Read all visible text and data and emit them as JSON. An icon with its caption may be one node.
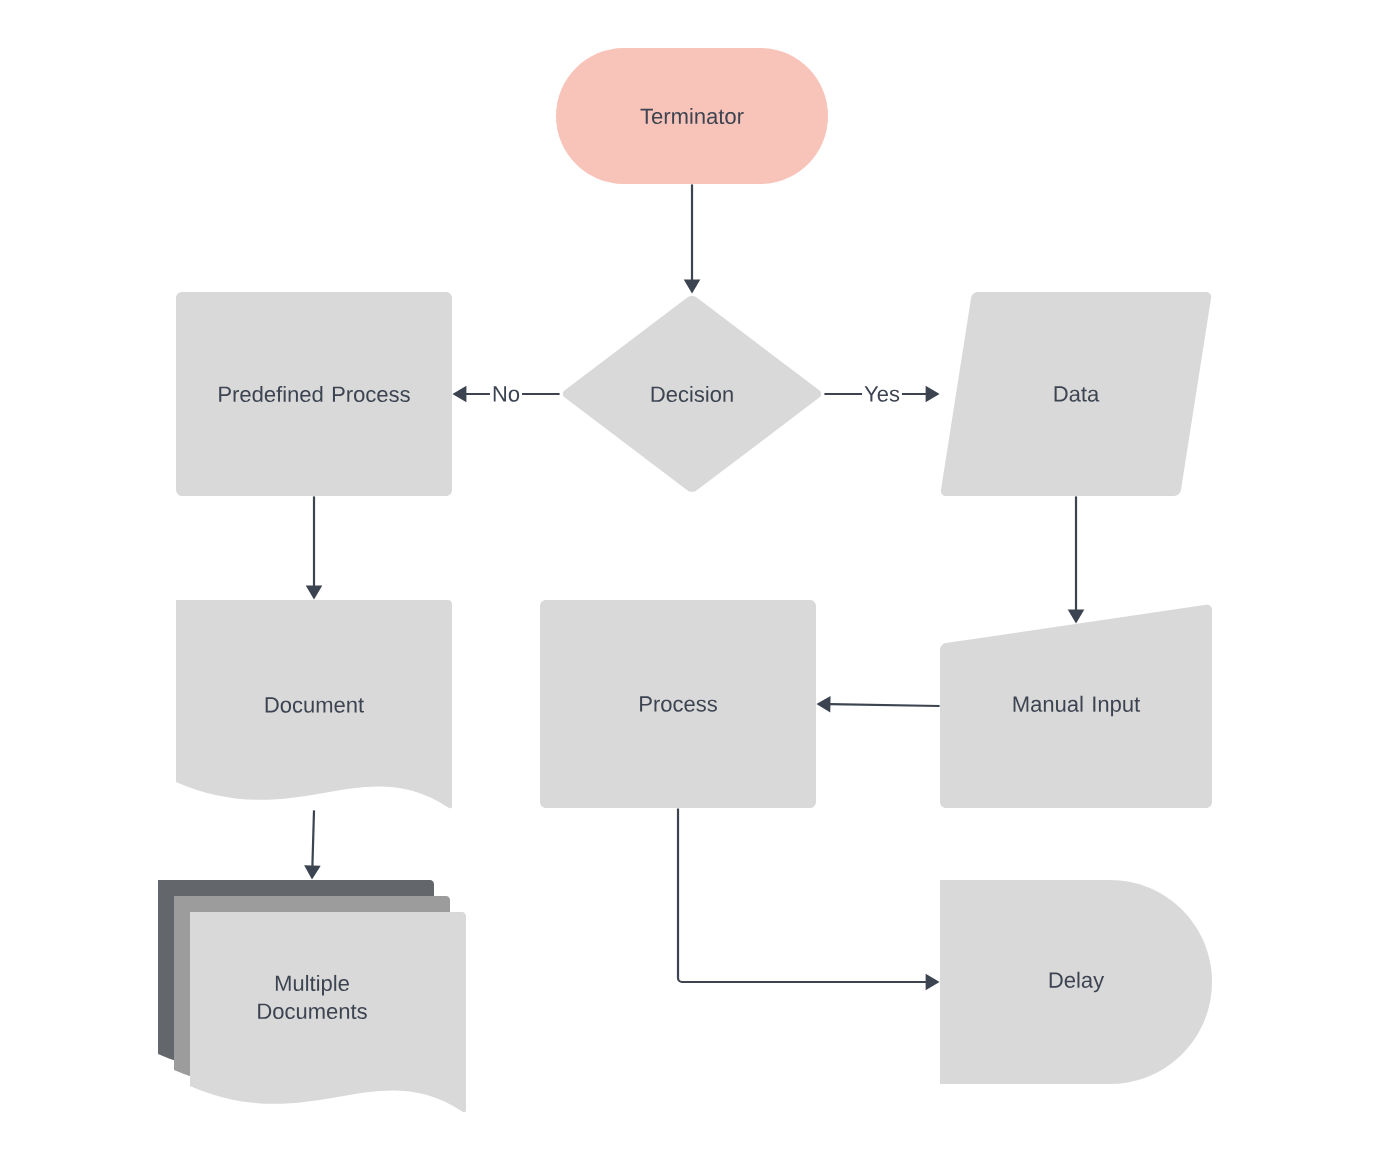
{
  "diagram": {
    "nodes": [
      {
        "text": [
          "Terminator"
        ]
      },
      {
        "text": [
          "Predefined Process"
        ]
      },
      {
        "text": [
          "Decision"
        ]
      },
      {
        "text": [
          "Data"
        ]
      },
      {
        "text": [
          "Document"
        ]
      },
      {
        "text": [
          "Process"
        ]
      },
      {
        "text": [
          "Manual Input"
        ]
      },
      {
        "text": [
          "Multiple Documents"
        ]
      },
      {
        "text": [
          "Delay"
        ]
      }
    ],
    "edges": [
      {
        "from": 0,
        "to": 2,
        "arrow": "to"
      },
      {
        "from": 2,
        "to": 1,
        "arrow": "to",
        "label": "No"
      },
      {
        "from": 2,
        "to": 3,
        "arrow": "to",
        "label": "Yes"
      },
      {
        "from": 1,
        "to": 4,
        "arrow": "to"
      },
      {
        "from": 3,
        "to": 6,
        "arrow": "to"
      },
      {
        "from": 6,
        "to": 5,
        "arrow": "to"
      },
      {
        "from": 4,
        "to": 7,
        "arrow": "to"
      },
      {
        "from": 5,
        "to": 8,
        "arrow": "to"
      }
    ]
  }
}
